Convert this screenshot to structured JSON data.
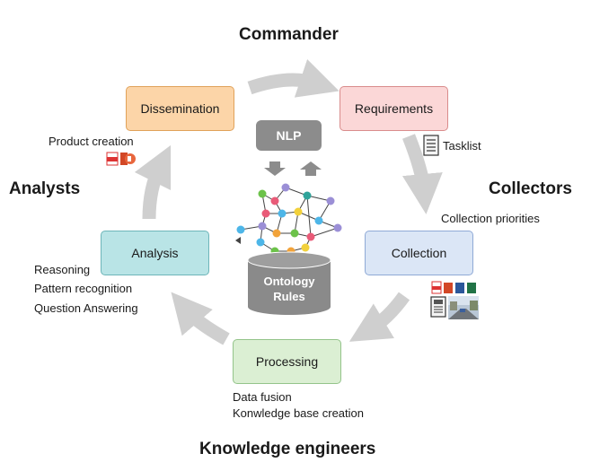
{
  "roles": {
    "commander": "Commander",
    "collectors": "Collectors",
    "analysts": "Analysts",
    "knowledge_engineers": "Knowledge engineers"
  },
  "stages": {
    "requirements": {
      "label": "Requirements",
      "fill": "#fbd7d7",
      "border": "#d98c8c"
    },
    "collection": {
      "label": "Collection",
      "fill": "#dbe6f6",
      "border": "#8fa9d6"
    },
    "processing": {
      "label": "Processing",
      "fill": "#dbefd3",
      "border": "#94c48a"
    },
    "analysis": {
      "label": "Analysis",
      "fill": "#b9e4e6",
      "border": "#6db5b9"
    },
    "dissemination": {
      "label": "Dissemination",
      "fill": "#fcd5a8",
      "border": "#e0a25a"
    }
  },
  "notes": {
    "tasklist": "Tasklist",
    "collection_priorities": "Collection priorities",
    "data_fusion": "Data fusion",
    "kb_creation": "Konwledge base creation",
    "reasoning": "Reasoning",
    "pattern_recognition": "Pattern recognition",
    "question_answering": "Question Answering",
    "product_creation": "Product creation"
  },
  "center": {
    "nlp": "NLP",
    "db_line1": "Ontology",
    "db_line2": "Rules"
  },
  "icons": {
    "tasklist": "document-list-icon",
    "product": "pdf-powerpoint-icon",
    "collection_docs": "office-documents-icon",
    "collection_photo": "street-photo-icon",
    "graph": "knowledge-graph-icon",
    "database": "database-icon"
  },
  "colors": {
    "cycle_arrow": "#cfcfcf",
    "nlp_box": "#8c8c8c",
    "db": "#8a8a8a",
    "node_palette": [
      "#f2a33a",
      "#e95b78",
      "#4db6e8",
      "#6cc24a",
      "#9b8fd6",
      "#f2d13b",
      "#2fa39a"
    ]
  }
}
